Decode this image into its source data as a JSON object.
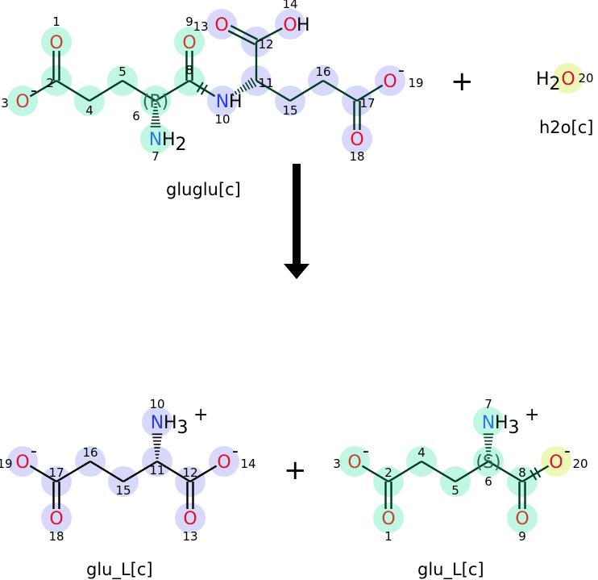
{
  "colors": {
    "green": "#c0f7e3",
    "purple": "#d8d8fb",
    "yellow": "#eef8b6",
    "O": "#e0102f",
    "O_green": "#c8402f",
    "N": "#2a3cf0",
    "N_green": "#2a78e8",
    "bond": "#000000",
    "bond_green": "#003a22"
  },
  "reaction": {
    "plus_1": "+",
    "plus_2": "+",
    "arrow": "right-arrow-down"
  },
  "molecules": [
    {
      "name": "gluglu[c]",
      "atoms": [
        {
          "i": 1,
          "el": "O",
          "hl": "green"
        },
        {
          "i": 2,
          "el": "C",
          "hl": "green"
        },
        {
          "i": 3,
          "el": "O",
          "hl": "green",
          "charge": "-"
        },
        {
          "i": 4,
          "el": "C",
          "hl": "green"
        },
        {
          "i": 5,
          "el": "C",
          "hl": "green"
        },
        {
          "i": 6,
          "el": "C",
          "hl": "green",
          "stereo": "(R)"
        },
        {
          "i": 7,
          "el": "N",
          "hl": "green",
          "h": "H2"
        },
        {
          "i": 8,
          "el": "C",
          "hl": "green"
        },
        {
          "i": 9,
          "el": "O",
          "hl": "green"
        },
        {
          "i": 10,
          "el": "N",
          "hl": "purple",
          "h": "H"
        },
        {
          "i": 11,
          "el": "C",
          "hl": "purple"
        },
        {
          "i": 12,
          "el": "C",
          "hl": "purple"
        },
        {
          "i": 13,
          "el": "O",
          "hl": "purple"
        },
        {
          "i": 14,
          "el": "O",
          "hl": "purple",
          "h": "H"
        },
        {
          "i": 15,
          "el": "C",
          "hl": "purple"
        },
        {
          "i": 16,
          "el": "C",
          "hl": "purple"
        },
        {
          "i": 17,
          "el": "C",
          "hl": "purple"
        },
        {
          "i": 18,
          "el": "O",
          "hl": "purple"
        },
        {
          "i": 19,
          "el": "O",
          "hl": "purple",
          "charge": "-"
        }
      ],
      "bonds": [
        [
          1,
          2,
          2
        ],
        [
          2,
          3,
          1
        ],
        [
          2,
          4,
          1
        ],
        [
          4,
          5,
          1
        ],
        [
          5,
          6,
          1
        ],
        [
          6,
          7,
          "hash"
        ],
        [
          6,
          8,
          1
        ],
        [
          8,
          9,
          2
        ],
        [
          8,
          10,
          "cut"
        ],
        [
          10,
          11,
          "hash"
        ],
        [
          11,
          12,
          1
        ],
        [
          12,
          13,
          2
        ],
        [
          12,
          14,
          1
        ],
        [
          11,
          15,
          1
        ],
        [
          15,
          16,
          1
        ],
        [
          16,
          17,
          1
        ],
        [
          17,
          18,
          2
        ],
        [
          17,
          19,
          1
        ]
      ]
    },
    {
      "name": "h2o[c]",
      "atoms": [
        {
          "i": 20,
          "el": "O",
          "hl": "yellow",
          "h": "H2"
        }
      ],
      "bonds": []
    },
    {
      "name": "glu_L[c]",
      "atoms": [
        {
          "i": 10,
          "el": "N",
          "hl": "purple",
          "h": "H3",
          "charge": "+"
        },
        {
          "i": 11,
          "el": "C",
          "hl": "purple"
        },
        {
          "i": 12,
          "el": "C",
          "hl": "purple"
        },
        {
          "i": 13,
          "el": "O",
          "hl": "purple"
        },
        {
          "i": 14,
          "el": "O",
          "hl": "purple",
          "charge": "-"
        },
        {
          "i": 15,
          "el": "C",
          "hl": "purple"
        },
        {
          "i": 16,
          "el": "C",
          "hl": "purple"
        },
        {
          "i": 17,
          "el": "C",
          "hl": "purple"
        },
        {
          "i": 18,
          "el": "O",
          "hl": "purple"
        },
        {
          "i": 19,
          "el": "O",
          "hl": "purple",
          "charge": "-"
        }
      ],
      "bonds": [
        [
          19,
          17,
          1
        ],
        [
          17,
          18,
          2
        ],
        [
          17,
          16,
          1
        ],
        [
          16,
          15,
          1
        ],
        [
          15,
          11,
          1
        ],
        [
          11,
          10,
          "hash"
        ],
        [
          11,
          12,
          1
        ],
        [
          12,
          13,
          2
        ],
        [
          12,
          14,
          1
        ]
      ]
    },
    {
      "name": "glu_L[c]",
      "atoms": [
        {
          "i": 1,
          "el": "O",
          "hl": "green"
        },
        {
          "i": 2,
          "el": "C",
          "hl": "green"
        },
        {
          "i": 3,
          "el": "O",
          "hl": "green",
          "charge": "-"
        },
        {
          "i": 4,
          "el": "C",
          "hl": "green"
        },
        {
          "i": 5,
          "el": "C",
          "hl": "green"
        },
        {
          "i": 6,
          "el": "C",
          "hl": "green",
          "stereo": "(S)"
        },
        {
          "i": 7,
          "el": "N",
          "hl": "green",
          "h": "H3",
          "charge": "+"
        },
        {
          "i": 8,
          "el": "C",
          "hl": "green"
        },
        {
          "i": 9,
          "el": "O",
          "hl": "green"
        },
        {
          "i": 20,
          "el": "O",
          "hl": "yellow",
          "charge": "-"
        }
      ],
      "bonds": [
        [
          3,
          2,
          1
        ],
        [
          2,
          1,
          2
        ],
        [
          2,
          4,
          1
        ],
        [
          4,
          5,
          1
        ],
        [
          5,
          6,
          1
        ],
        [
          6,
          7,
          "hash"
        ],
        [
          6,
          8,
          1
        ],
        [
          8,
          9,
          2
        ],
        [
          8,
          20,
          "cut"
        ]
      ]
    }
  ]
}
